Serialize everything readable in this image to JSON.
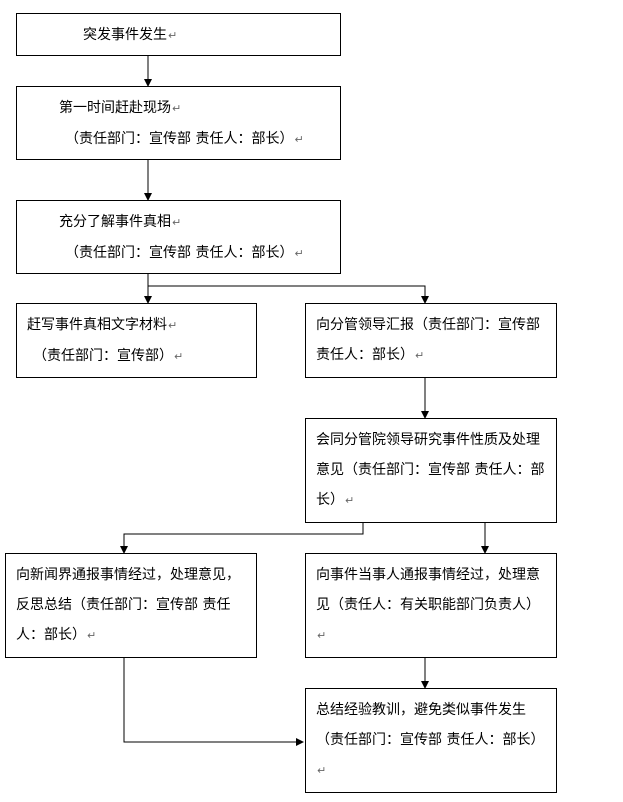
{
  "mark": "↵",
  "nodes": {
    "n1": {
      "lines": [
        "突发事件发生"
      ]
    },
    "n2": {
      "lines": [
        "第一时间赶赴现场",
        "（责任部门：宣传部 责任人：部长）"
      ]
    },
    "n3": {
      "lines": [
        "充分了解事件真相",
        "（责任部门：宣传部 责任人：部长）"
      ]
    },
    "n4": {
      "lines": [
        "赶写事件真相文字材料",
        "（责任部门：宣传部）"
      ]
    },
    "n5": {
      "text": "向分管领导汇报（责任部门：宣传部 责任人：部长）"
    },
    "n6": {
      "text": "会同分管院领导研究事件性质及处理意见（责任部门：宣传部 责任人：部长）"
    },
    "n7": {
      "text": "向新闻界通报事情经过，处理意见，反思总结（责任部门：宣传部 责任人：部长）"
    },
    "n8": {
      "text": "向事件当事人通报事情经过，处理意见（责任人：有关职能部门负责人）"
    },
    "n9": {
      "text": "总结经验教训，避免类似事件发生（责任部门：宣传部 责任人：部长）"
    }
  }
}
